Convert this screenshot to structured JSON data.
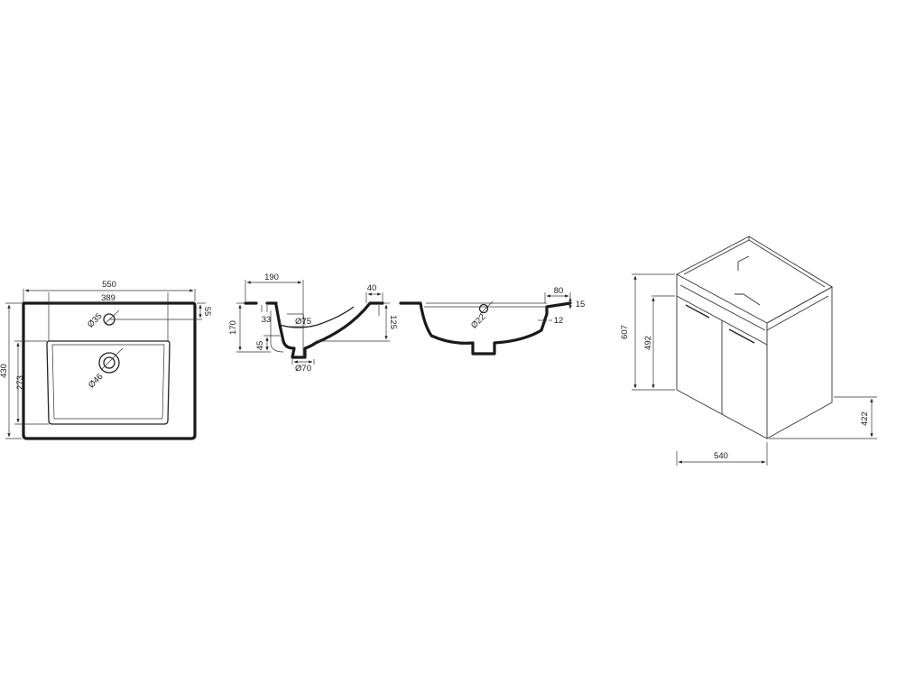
{
  "diagram": {
    "top_view": {
      "dims": {
        "total_width": "550",
        "bowl_width": "389",
        "tap_offset": "55",
        "total_depth": "430",
        "bowl_depth": "273",
        "tap_hole": "Ø35",
        "drain_hole": "Ø46"
      }
    },
    "side_section": {
      "dims": {
        "drain_offset": "190",
        "rim_width": "40",
        "total_height": "170",
        "rim_offset": "33",
        "bowl_height": "125",
        "drain_height": "45",
        "siphon_diameter": "Ø75",
        "outlet_diameter": "Ø70"
      }
    },
    "front_section": {
      "dims": {
        "rim_overhang": "80",
        "rim_thickness": "15",
        "lip": "12",
        "overflow_diameter": "Ø22"
      }
    },
    "cabinet": {
      "dims": {
        "total_height": "607",
        "door_height": "492",
        "width": "540",
        "mount_height": "422"
      }
    }
  }
}
